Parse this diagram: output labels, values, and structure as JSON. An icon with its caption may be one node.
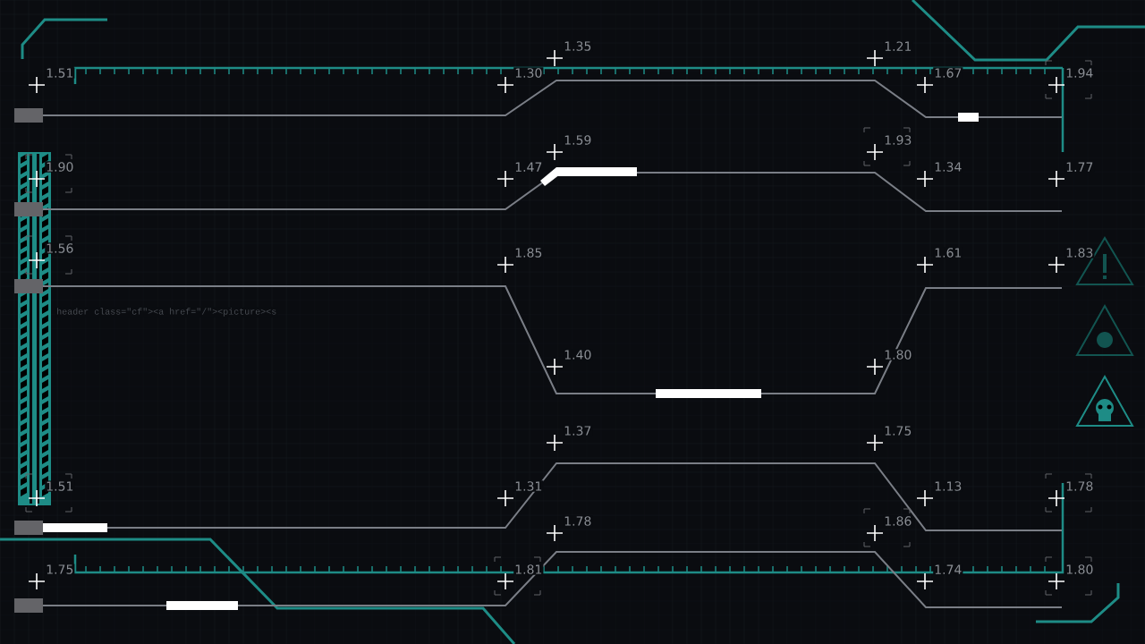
{
  "diagram": {
    "labels": [
      "1.35",
      "1.21",
      "1.51",
      "1.30",
      "1.67",
      "1.94",
      "1.59",
      "1.93",
      "1.90",
      "1.47",
      "1.34",
      "1.77",
      "1.56",
      "1.85",
      "1.61",
      "1.83",
      "header class=\"cf\"><a href=\"/\"><picture><s",
      "1.40",
      "1.80",
      "1.37",
      "1.75",
      "1.51",
      "1.31",
      "1.13",
      "1.78",
      "1.78",
      "1.86",
      "1.75",
      "1.81",
      "1.74",
      "1.80"
    ]
  }
}
